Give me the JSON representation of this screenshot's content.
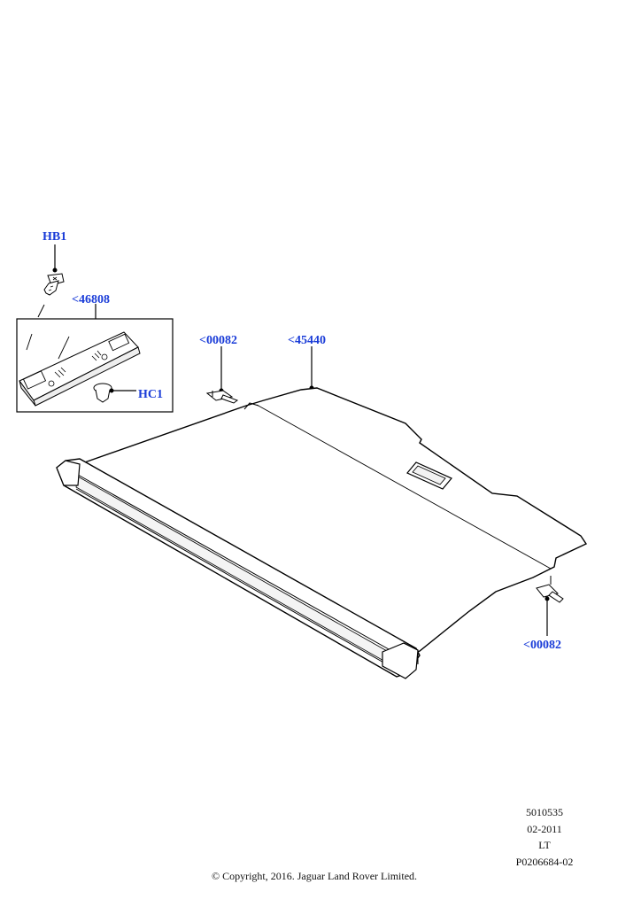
{
  "callouts": {
    "hb1": "HB1",
    "p46808": "<46808",
    "hc1": "HC1",
    "p00082_top": "<00082",
    "p45440": "<45440",
    "p00082_bottom": "<00082"
  },
  "reference": {
    "number": "5010535",
    "date": "02-2011",
    "code": "LT",
    "illustration_id": "P0206684-02"
  },
  "copyright": "© Copyright, 2016. Jaguar Land Rover Limited.",
  "colors": {
    "callout_text": "#1a3cd8",
    "line_art": "#000000"
  }
}
